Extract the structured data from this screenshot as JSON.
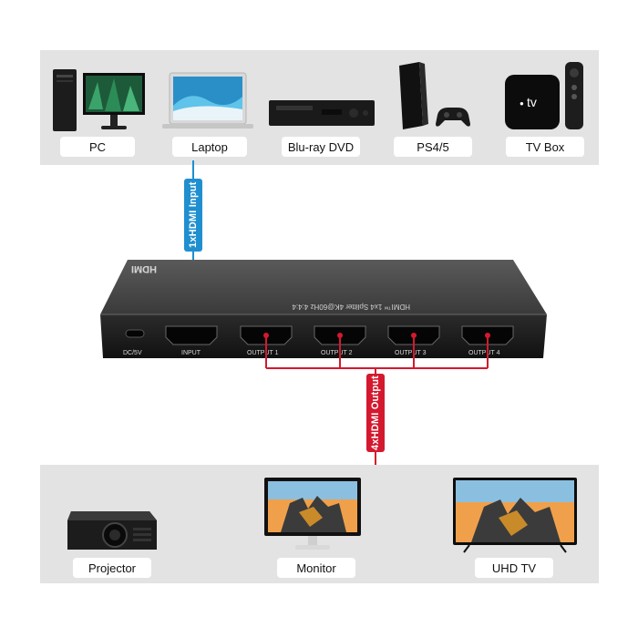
{
  "sources": [
    {
      "name": "PC"
    },
    {
      "name": "Laptop"
    },
    {
      "name": "Blu-ray DVD"
    },
    {
      "name": "PS4/5"
    },
    {
      "name": "TV Box"
    }
  ],
  "displays": [
    {
      "name": "Projector"
    },
    {
      "name": "Monitor"
    },
    {
      "name": "UHD TV"
    }
  ],
  "input_cable": {
    "label": "1xHDMI Input",
    "color": "#1f8fd0"
  },
  "output_cable": {
    "label": "4xHDMI Output",
    "color": "#d4192e"
  },
  "device": {
    "brand": "HDMI",
    "model_text": "HDMI™ 1x4 Splitter 4K@60Hz 4:4:4",
    "ports": {
      "power": "DC/5V",
      "input": "INPUT",
      "out1": "OUTPUT 1",
      "out2": "OUTPUT 2",
      "out3": "OUTPUT 3",
      "out4": "OUTPUT 4"
    }
  },
  "tv_logo_text": "tv"
}
